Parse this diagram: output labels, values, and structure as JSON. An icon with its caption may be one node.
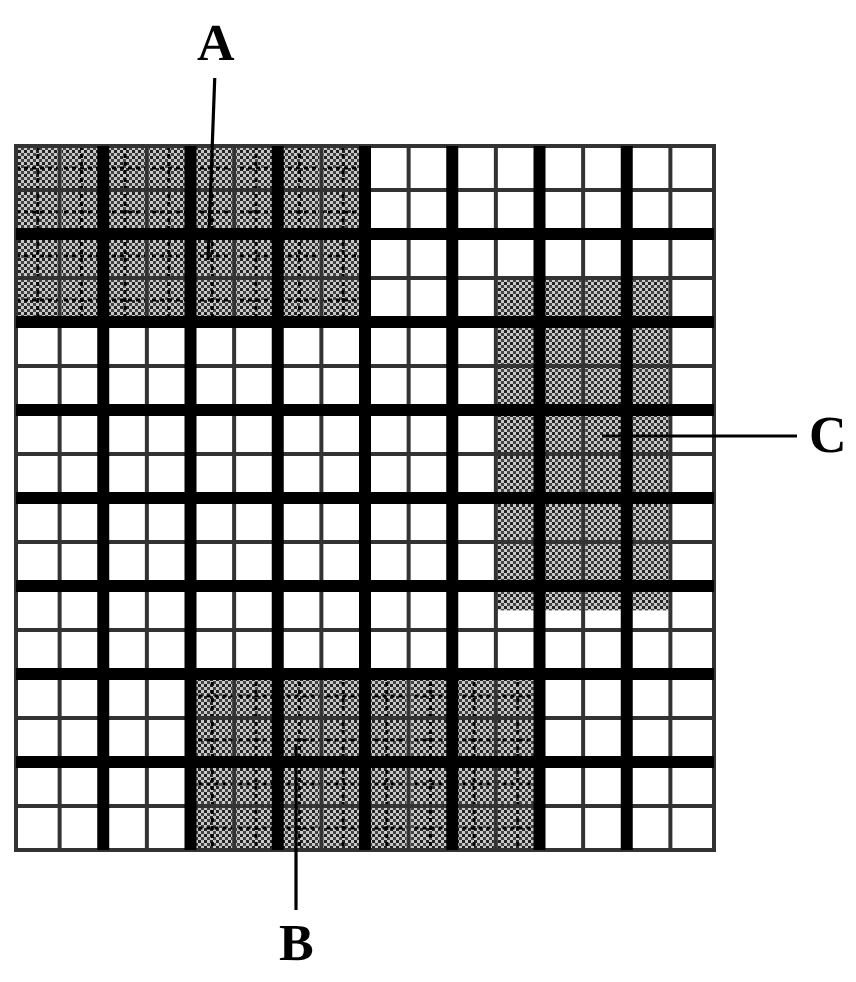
{
  "diagram": {
    "nodes": [
      {
        "text": [
          "A"
        ]
      },
      {
        "text": [
          "C"
        ]
      },
      {
        "text": [
          "B"
        ]
      },
      {
        "text": [],
        "shape": "box"
      },
      {
        "text": [],
        "shape": "box"
      },
      {
        "text": [],
        "shape": "box"
      }
    ],
    "edges": [
      {
        "from": 0,
        "to": 3,
        "arrow": "none"
      },
      {
        "from": 1,
        "to": 4,
        "arrow": "none"
      },
      {
        "from": 2,
        "to": 5,
        "arrow": "none"
      }
    ]
  }
}
